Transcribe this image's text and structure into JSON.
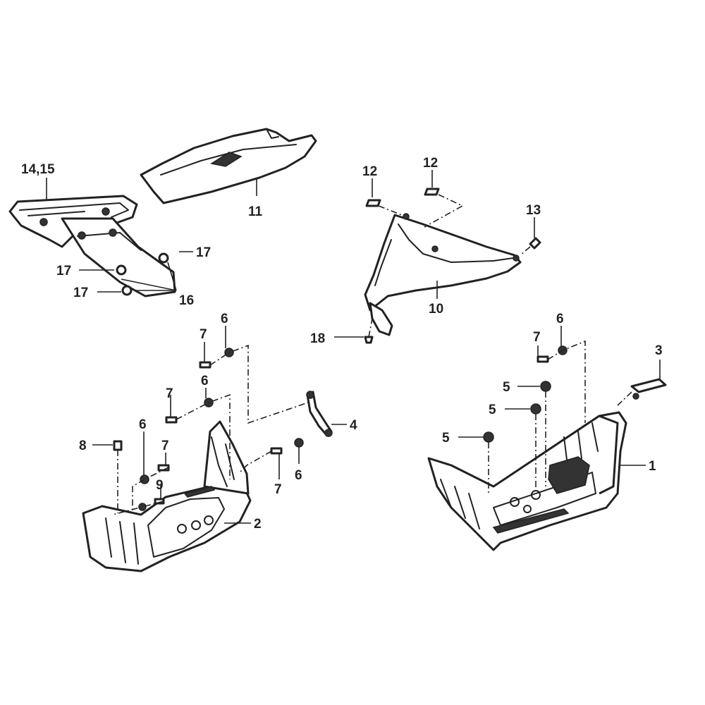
{
  "labels": {
    "l1": "1",
    "l2": "2",
    "l3": "3",
    "l4": "4",
    "l5a": "5",
    "l5b": "5",
    "l5c": "5",
    "l6a": "6",
    "l6b": "6",
    "l6c": "6",
    "l6d": "6",
    "l6e": "6",
    "l7a": "7",
    "l7b": "7",
    "l7c": "7",
    "l7d": "7",
    "l7e": "7",
    "l8": "8",
    "l9": "9",
    "l10": "10",
    "l11": "11",
    "l12a": "12",
    "l12b": "12",
    "l13": "13",
    "l1415": "14,15",
    "l16": "16",
    "l17a": "17",
    "l17b": "17",
    "l17c": "17",
    "l18": "18"
  }
}
